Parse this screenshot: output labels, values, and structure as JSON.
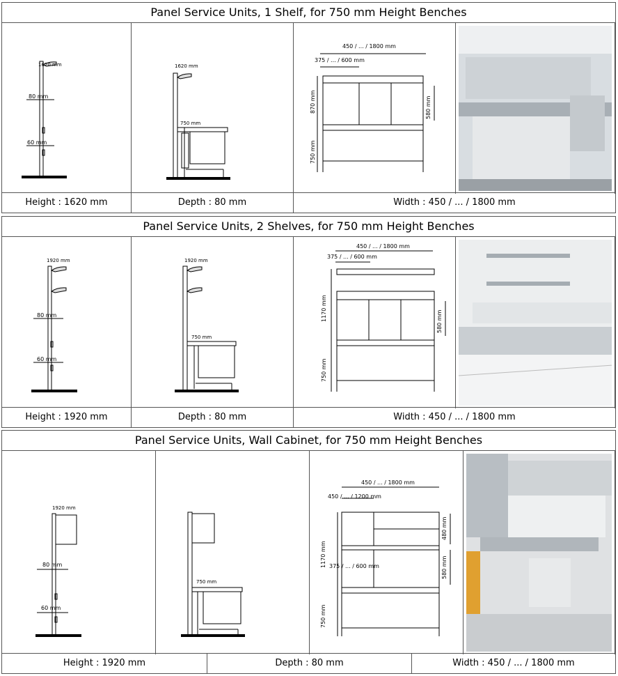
{
  "sections": [
    {
      "title": "Panel Service Units, 1 Shelf, for 750 mm Height Benches",
      "side": {
        "height": "1620 mm",
        "dim1": "80 mm",
        "dim2": "60 mm"
      },
      "depth": {
        "height": "1620 mm",
        "bench": "750 mm"
      },
      "front": {
        "width": "450 / ... / 1800 mm",
        "inner": "375 / ... / 600 mm",
        "upper": "870 mm",
        "mid": "580 mm",
        "lower": "750 mm"
      },
      "footer": {
        "height": "Height : 1620 mm",
        "depth": "Depth : 80 mm",
        "width": "Width : 450 / ... / 1800 mm"
      }
    },
    {
      "title": "Panel Service Units, 2 Shelves, for 750 mm Height Benches",
      "side": {
        "height": "1920 mm",
        "dim1": "80 mm",
        "dim2": "60 mm"
      },
      "depth": {
        "height": "1920 mm",
        "bench": "750 mm"
      },
      "front": {
        "width": "450 / ... / 1800 mm",
        "inner": "375 / ... / 600 mm",
        "upper": "1170 mm",
        "mid": "580 mm",
        "lower": "750 mm"
      },
      "footer": {
        "height": "Height : 1920 mm",
        "depth": "Depth : 80 mm",
        "width": "Width : 450 / ... / 1800 mm"
      }
    },
    {
      "title": "Panel Service Units, Wall Cabinet, for 750 mm Height Benches",
      "side": {
        "height": "1920 mm",
        "dim1": "80 mm",
        "dim2": "60 mm"
      },
      "depth": {
        "bench": "750 mm"
      },
      "front": {
        "width": "450 / ... / 1800 mm",
        "cabinet": "450 / ... / 1200 mm",
        "inner": "375 / ... / 600 mm",
        "upper": "1170 mm",
        "cab": "480 mm",
        "mid": "580 mm",
        "lower": "750 mm"
      },
      "footer": {
        "height": "Height : 1920 mm",
        "depth": "Depth : 80 mm",
        "width": "Width : 450 / ... / 1800 mm"
      }
    }
  ]
}
